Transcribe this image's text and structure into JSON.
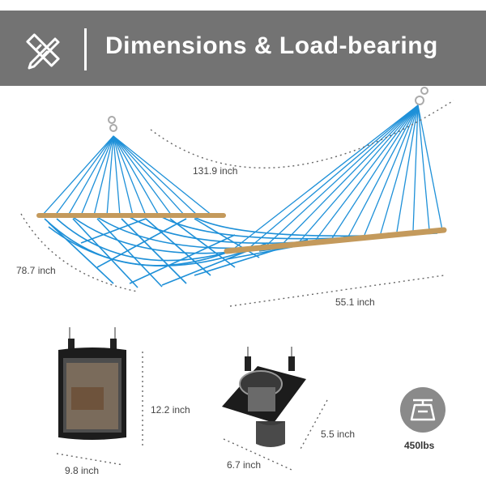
{
  "banner": {
    "title": "Dimensions & Load-bearing",
    "icon": "ruler-pencil-icon",
    "background": "#737373"
  },
  "dimensions": {
    "length": "131.9 inch",
    "height": "78.7 inch",
    "width": "55.1 inch",
    "pocket_height": "12.2 inch",
    "pocket_width": "9.8 inch",
    "holder_height": "5.5 inch",
    "holder_width": "6.7 inch"
  },
  "load": {
    "icon": "weight-scale-icon",
    "value": "450lbs",
    "badge_color": "#8a8a8a"
  },
  "colors": {
    "rope": "#1e90d8",
    "spreader_bar": "#c49a5c"
  }
}
